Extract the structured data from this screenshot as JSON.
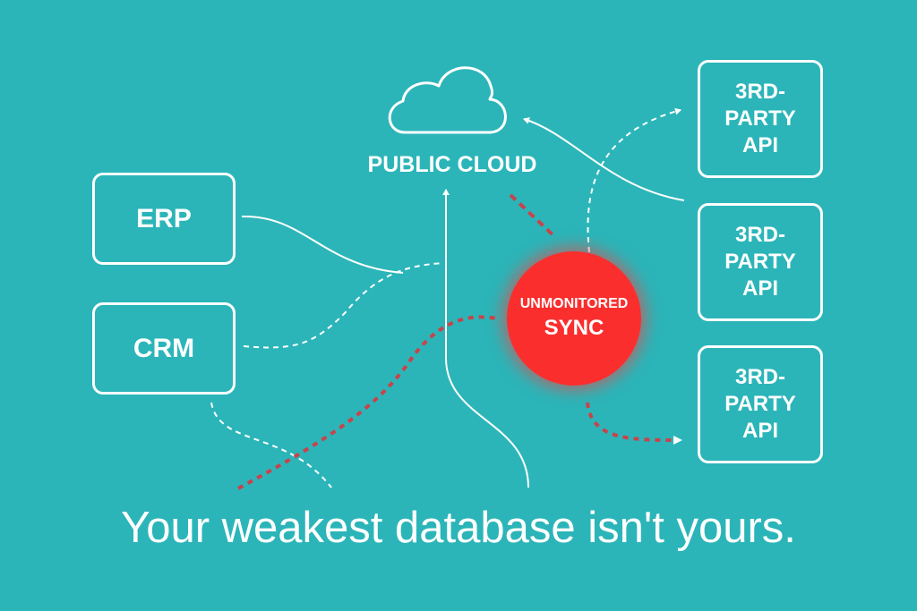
{
  "colors": {
    "background": "#2bb5b9",
    "line": "#ffffff",
    "alert": "#fb2e2e",
    "alert_dotted": "#c9434a"
  },
  "nodes": {
    "erp": {
      "label": "ERP"
    },
    "crm": {
      "label": "CRM"
    },
    "cloud": {
      "label": "PUBLIC CLOUD",
      "icon": "cloud-icon"
    },
    "sync": {
      "line1": "UNMONITORED",
      "line2": "SYNC"
    },
    "apis": [
      {
        "line1": "3RD-",
        "line2": "PARTY",
        "line3": "API"
      },
      {
        "line1": "3RD-",
        "line2": "PARTY",
        "line3": "API"
      },
      {
        "line1": "3RD-",
        "line2": "PARTY",
        "line3": "API"
      }
    ]
  },
  "tagline": "Your weakest database isn't yours."
}
